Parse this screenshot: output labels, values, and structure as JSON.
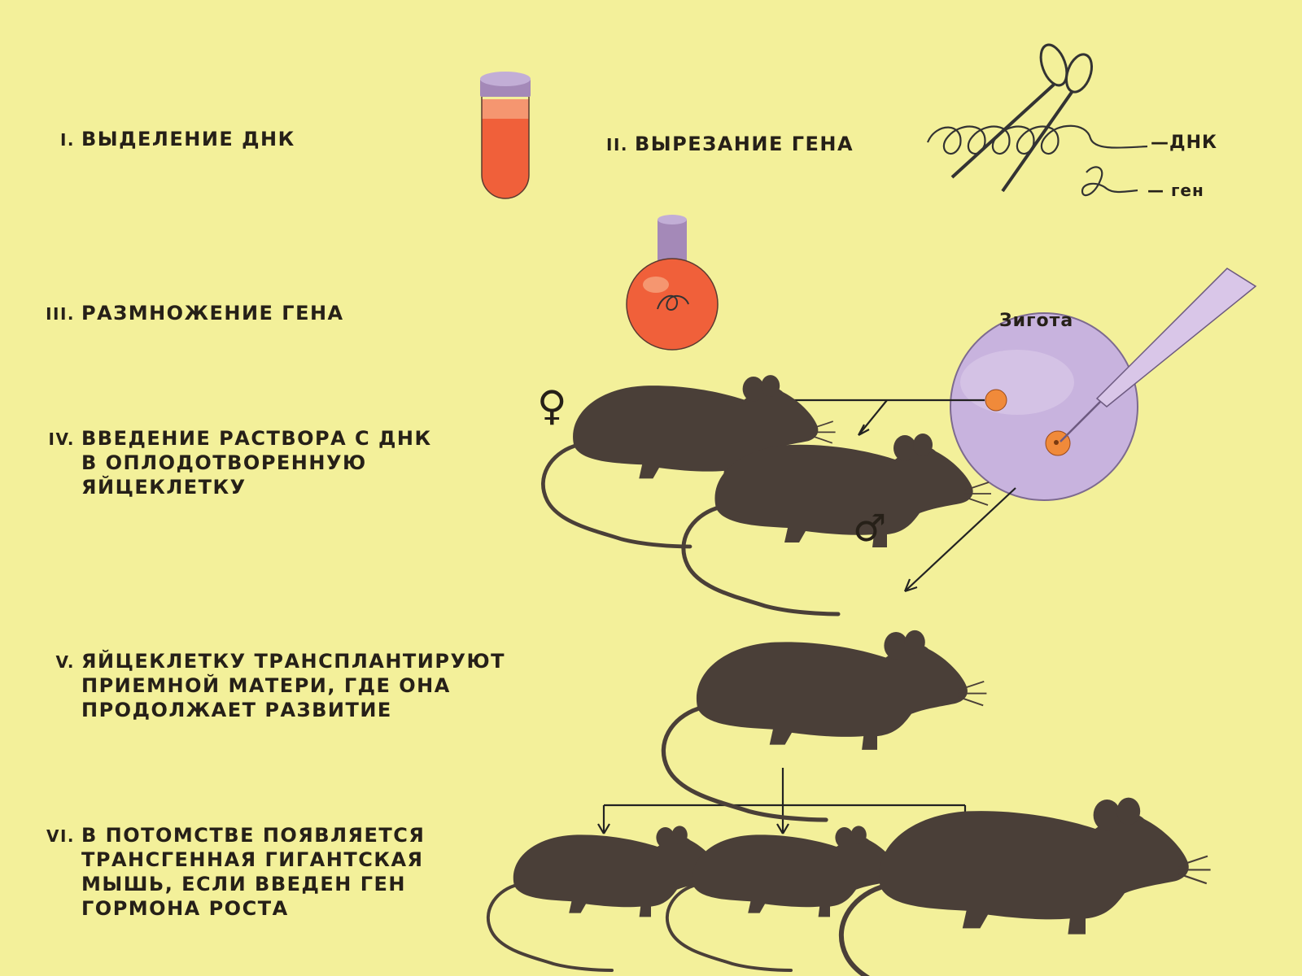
{
  "steps": [
    {
      "num": "I.",
      "text": "ВЫДЕЛЕНИЕ ДНК"
    },
    {
      "num": "II.",
      "text": "ВЫРЕЗАНИЕ ГЕНА"
    },
    {
      "num": "III.",
      "text": "РАЗМНОЖЕНИЕ ГЕНА"
    },
    {
      "num": "IV.",
      "text": "ВВЕДЕНИЕ РАСТВОРА С ДНК\nВ ОПЛОДОТВОРЕННУЮ\nЯЙЦЕКЛЕТКУ"
    },
    {
      "num": "V.",
      "text": "ЯЙЦЕКЛЕТКУ ТРАНСПЛАНТИРУЮТ\nПРИЕМНОЙ МАТЕРИ, ГДЕ ОНА\nПРОДОЛЖАЕТ РАЗВИТИЕ"
    },
    {
      "num": "VI.",
      "text": "В ПОТОМСТВЕ ПОЯВЛЯЕТСЯ\nТРАНСГЕННАЯ   ГИГАНТСКАЯ\nМЫШЬ, ЕСЛИ ВВЕДЕН ГЕН\nГОРМОНА РОСТА"
    }
  ],
  "labels": {
    "dna": "—ДНК",
    "gene": "— ген",
    "zygote": "Зигота",
    "female_symbol": "♀",
    "male_symbol": "♂"
  },
  "colors": {
    "background": "#f3f09a",
    "mouse": "#4a3f38",
    "tube_liquid": "#f0603a",
    "cap": "#a489b8",
    "zygote": "#c8b3de"
  }
}
